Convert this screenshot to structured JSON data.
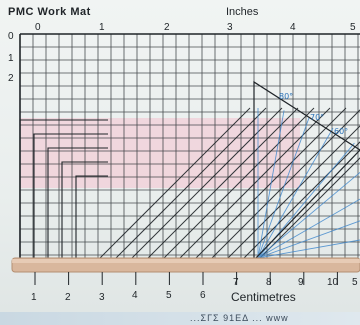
{
  "mat": {
    "title": "PMC Work Mat",
    "top_unit": "Inches",
    "bottom_unit": "Centimetres"
  },
  "inch_ticks": [
    "0",
    "1",
    "2",
    "3",
    "4",
    "5"
  ],
  "left_ticks": [
    "0",
    "1",
    "2"
  ],
  "cm_ticks": [
    "1",
    "2",
    "3",
    "4",
    "5",
    "6",
    "7",
    "8",
    "9",
    "10",
    "5"
  ],
  "angles": [
    "80°",
    "70°",
    "60°"
  ],
  "footer_text": "...ΣΓΣ 91ΕΔ ... www",
  "colors": {
    "grid": "#2a2f33",
    "pink_band": "#f3c9d4",
    "protractor_blue": "#3d86cc",
    "wood": "#d9b79d"
  }
}
